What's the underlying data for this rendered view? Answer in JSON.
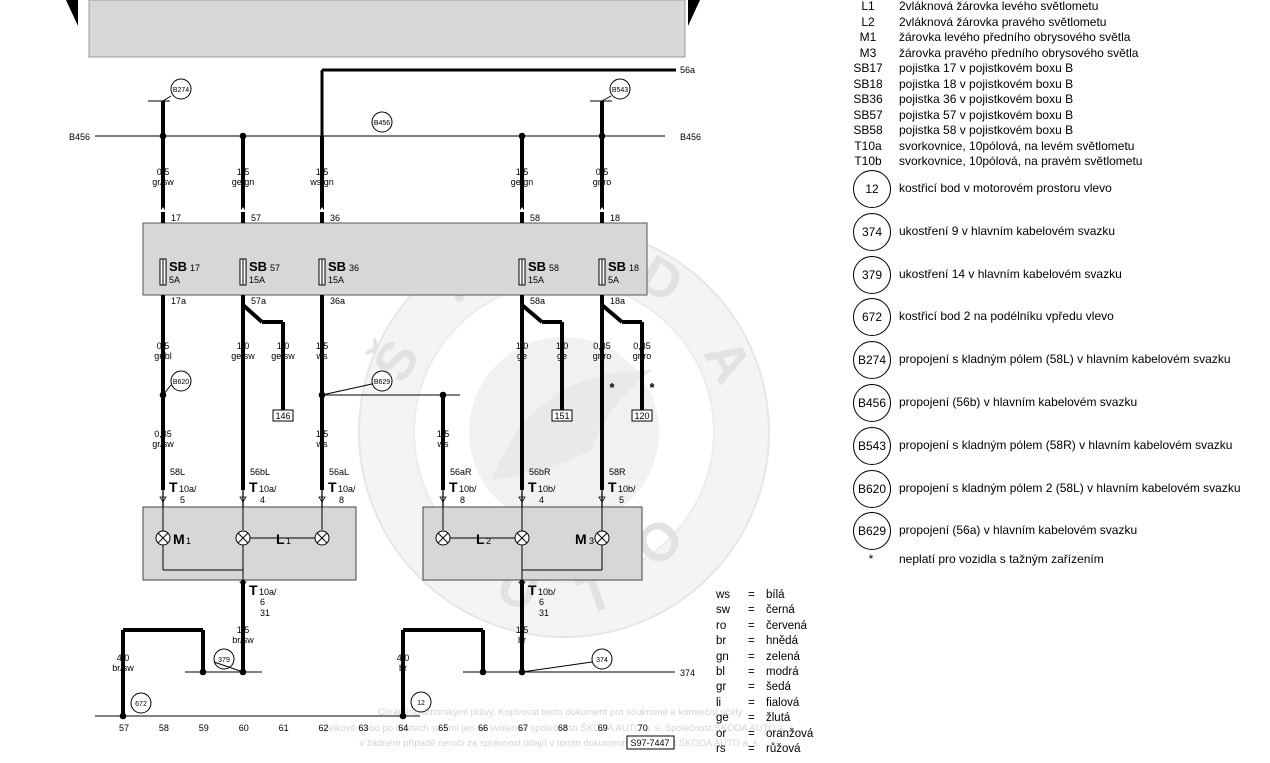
{
  "legend": {
    "components": [
      {
        "code": "L1",
        "desc": "2vláknová žárovka levého světlometu"
      },
      {
        "code": "L2",
        "desc": "2vláknová žárovka pravého světlometu"
      },
      {
        "code": "M1",
        "desc": "žárovka levého předního obrysového světla"
      },
      {
        "code": "M3",
        "desc": "žárovka pravého předního obrysového světla"
      },
      {
        "code": "SB17",
        "desc": "pojistka 17 v pojistkovém boxu B"
      },
      {
        "code": "SB18",
        "desc": "pojistka 18 v pojistkovém boxu B"
      },
      {
        "code": "SB36",
        "desc": "pojistka 36 v pojistkovém boxu B"
      },
      {
        "code": "SB57",
        "desc": "pojistka 57 v pojistkovém boxu B"
      },
      {
        "code": "SB58",
        "desc": "pojistka 58 v pojistkovém boxu B"
      },
      {
        "code": "T10a",
        "desc": "svorkovnice, 10pólová, na levém světlometu"
      },
      {
        "code": "T10b",
        "desc": "svorkovnice, 10pólová, na pravém světlometu"
      }
    ],
    "circles": [
      {
        "code": "12",
        "desc": "kostřicí bod v motorovém prostoru vlevo"
      },
      {
        "code": "374",
        "desc": "ukostření 9 v hlavním kabelovém svazku"
      },
      {
        "code": "379",
        "desc": "ukostření 14 v hlavním kabelovém svazku"
      },
      {
        "code": "672",
        "desc": "kostřicí bod 2 na podélníku vpředu vlevo"
      },
      {
        "code": "B274",
        "desc": "propojení s kladným pólem (58L) v hlavním kabelovém svazku"
      },
      {
        "code": "B456",
        "desc": "propojení (56b) v hlavním kabelovém svazku"
      },
      {
        "code": "B543",
        "desc": "propojení s kladným pólem (58R) v hlavním kabelovém svazku"
      },
      {
        "code": "B620",
        "desc": "propojení s kladným pólem 2 (58L) v hlavním kabelovém svazku"
      },
      {
        "code": "B629",
        "desc": "propojení (56a) v hlavním kabelovém svazku"
      }
    ],
    "note": {
      "mark": "*",
      "desc": "neplatí pro vozidla s tažným zařízením"
    }
  },
  "colors": [
    {
      "abbr": "ws",
      "name": "bílá"
    },
    {
      "abbr": "sw",
      "name": "černá"
    },
    {
      "abbr": "ro",
      "name": "červená"
    },
    {
      "abbr": "br",
      "name": "hnědá"
    },
    {
      "abbr": "gn",
      "name": "zelená"
    },
    {
      "abbr": "bl",
      "name": "modrá"
    },
    {
      "abbr": "gr",
      "name": "šedá"
    },
    {
      "abbr": "li",
      "name": "fialová"
    },
    {
      "abbr": "ge",
      "name": "žlutá"
    },
    {
      "abbr": "or",
      "name": "oranžová"
    },
    {
      "abbr": "rs",
      "name": "růžová"
    }
  ],
  "diagram": {
    "doc_number": "S97-7447",
    "bus_56a": "56a",
    "bus_b456_left": "B456",
    "bus_b456_right": "B456",
    "ground_374_label": "374",
    "connectors": [
      {
        "id": "B274"
      },
      {
        "id": "B456"
      },
      {
        "id": "B543"
      },
      {
        "id": "B620"
      },
      {
        "id": "B629"
      },
      {
        "id": "379"
      },
      {
        "id": "374"
      },
      {
        "id": "672"
      },
      {
        "id": "12"
      }
    ],
    "wires_top": [
      {
        "size": "0,5",
        "color": "gr/sw",
        "pin": "17"
      },
      {
        "size": "1,5",
        "color": "ge/gn",
        "pin": "57"
      },
      {
        "size": "1,5",
        "color": "ws/gn",
        "pin": "36"
      },
      {
        "size": "1,5",
        "color": "ge/gn",
        "pin": "58"
      },
      {
        "size": "0,5",
        "color": "gr/ro",
        "pin": "18"
      }
    ],
    "fuses": [
      {
        "name": "SB",
        "num": "17",
        "amp": "5A",
        "out": "17a"
      },
      {
        "name": "SB",
        "num": "57",
        "amp": "15A",
        "out": "57a"
      },
      {
        "name": "SB",
        "num": "36",
        "amp": "15A",
        "out": "36a"
      },
      {
        "name": "SB",
        "num": "58",
        "amp": "15A",
        "out": "58a"
      },
      {
        "name": "SB",
        "num": "18",
        "amp": "5A",
        "out": "18a"
      }
    ],
    "wires_mid": [
      {
        "size": "0,5",
        "color": "gr/bl"
      },
      {
        "size": "1,0",
        "color": "ge/sw"
      },
      {
        "size": "1,0",
        "color": "ge/sw"
      },
      {
        "size": "1,5",
        "color": "ws"
      },
      {
        "size": "1,0",
        "color": "ge"
      },
      {
        "size": "1,0",
        "color": "ge"
      },
      {
        "size": "0,35",
        "color": "gr/ro"
      },
      {
        "size": "0,35",
        "color": "gr/ro"
      }
    ],
    "refs": [
      "146",
      "151",
      "120"
    ],
    "asterisk": "*",
    "wires_low": [
      {
        "size": "0,35",
        "color": "gr/sw"
      },
      {
        "size": "1,5",
        "color": "ws"
      },
      {
        "size": "1,5",
        "color": "ws"
      }
    ],
    "terminals_top": [
      {
        "sig": "58L",
        "conn": "T",
        "sub": "10a/",
        "pin": "5"
      },
      {
        "sig": "56bL",
        "conn": "T",
        "sub": "10a/",
        "pin": "4"
      },
      {
        "sig": "56aL",
        "conn": "T",
        "sub": "10a/",
        "pin": "8"
      },
      {
        "sig": "56aR",
        "conn": "T",
        "sub": "10b/",
        "pin": "8"
      },
      {
        "sig": "56bR",
        "conn": "T",
        "sub": "10b/",
        "pin": "4"
      },
      {
        "sig": "58R",
        "conn": "T",
        "sub": "10b/",
        "pin": "5"
      }
    ],
    "lamps": [
      {
        "name": "M",
        "num": "1"
      },
      {
        "name": "L",
        "num": "1"
      },
      {
        "name": "L",
        "num": "2"
      },
      {
        "name": "M",
        "num": "3"
      }
    ],
    "terminals_bottom": [
      {
        "conn": "T",
        "sub": "10a/",
        "pin": "6",
        "sig": "31"
      },
      {
        "conn": "T",
        "sub": "10b/",
        "pin": "6",
        "sig": "31"
      }
    ],
    "wires_ground": [
      {
        "size": "1,5",
        "color": "br/sw"
      },
      {
        "size": "1,5",
        "color": "br"
      },
      {
        "size": "4,0",
        "color": "br/sw"
      },
      {
        "size": "4,0",
        "color": "br"
      }
    ],
    "bottom_numbers": [
      "57",
      "58",
      "59",
      "60",
      "61",
      "62",
      "63",
      "64",
      "65",
      "66",
      "67",
      "68",
      "69",
      "70"
    ]
  },
  "watermark": {
    "letters": [
      "Š",
      "K",
      "O",
      "D",
      "A"
    ],
    "bottom_letters": [
      "A",
      "U",
      "T",
      "O"
    ],
    "text_lines": [
      "Chráněno autorskými právy. Kopírovat tento dokument pro soukromé a komerční účely",
      "celkově nebo po částech se smí jen se svolením společnosti ŠKODA AUTO a. s. Společnost ŠKODA AUTO a. s.",
      "v žádném případě neručí za správnost údajů v tomto dokumentu. Copyright ŠKODA AUTO a. s."
    ]
  }
}
